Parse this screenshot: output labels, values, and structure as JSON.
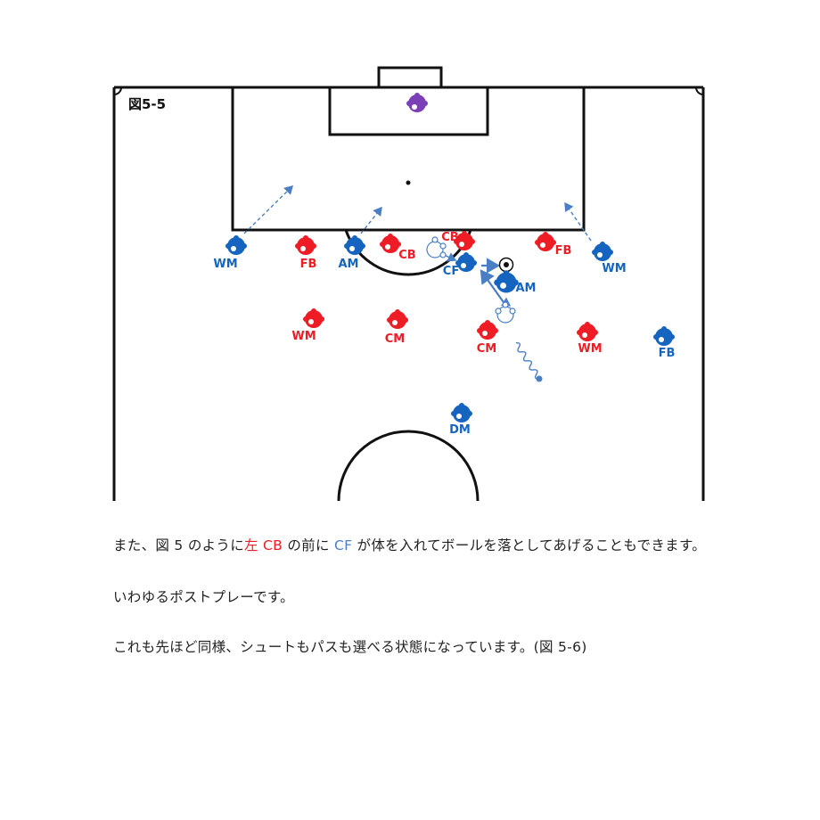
{
  "figure_label": "図5-5",
  "colors": {
    "red_team": "#ee1c24",
    "blue_team": "#1565c0",
    "goalkeeper": "#7b3fb8",
    "arrow": "#4a7fc4",
    "line": "#111111"
  },
  "players": [
    {
      "team": "blue",
      "role": "WM"
    },
    {
      "team": "red",
      "role": "FB"
    },
    {
      "team": "blue",
      "role": "AM"
    },
    {
      "team": "red",
      "role": "CB"
    },
    {
      "team": "red",
      "role": "CB"
    },
    {
      "team": "blue",
      "role": "CF"
    },
    {
      "team": "red",
      "role": "FB"
    },
    {
      "team": "blue",
      "role": "WM"
    },
    {
      "team": "blue",
      "role": "AM"
    },
    {
      "team": "red",
      "role": "WM"
    },
    {
      "team": "red",
      "role": "CM"
    },
    {
      "team": "red",
      "role": "CM"
    },
    {
      "team": "red",
      "role": "WM"
    },
    {
      "team": "blue",
      "role": "FB"
    },
    {
      "team": "blue",
      "role": "DM"
    }
  ],
  "goalkeeper": {
    "team": "purple",
    "role": ""
  },
  "paragraph1": {
    "p1": "また、図 5 のように",
    "p2": "左 CB",
    "p3": " の前に ",
    "p4": "CF",
    "p5": " が体を入れてボールを落としてあげることもできます。"
  },
  "paragraph2": "いわゆるポストプレーです。",
  "paragraph3": "これも先ほど同様、シュートもパスも選べる状態になっています。(図 5-6)"
}
